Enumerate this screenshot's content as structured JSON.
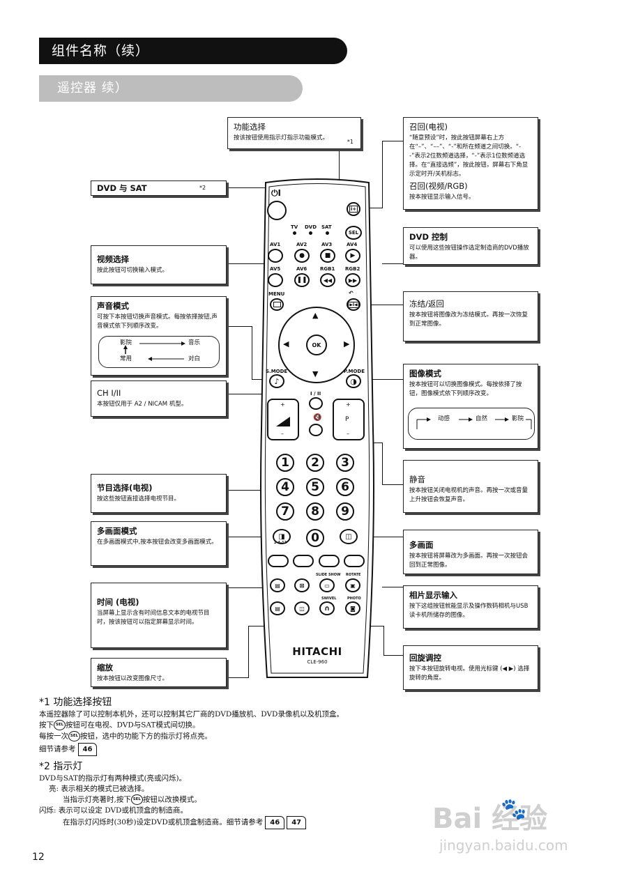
{
  "header": {
    "title": "组件名称（续）",
    "subtitle": "遥控器 续）"
  },
  "callouts": {
    "func_select": {
      "title": "功能选择",
      "body": "按该按钮使用指示灯指示功能模式。",
      "note": "*1"
    },
    "recall": {
      "title": "召回(电视)",
      "body": "“随意预设”时，按此按钮屏幕右上方在“–”、“––”、“-”和所在频道之间切换。“--”表示2位数频道选择，“-”表示1位数频道选择。在“直接选频”，按此按钮，屏幕右下角显示定时开/关机标志。",
      "title2": "召回(视频/RGB)",
      "body2": "按本按钮显示输入信号。"
    },
    "dvd_sat": {
      "title": "DVD 与 SAT",
      "note": "*2"
    },
    "dvd_control": {
      "title": "DVD 控制",
      "body": "可以使用这些按钮操作选定制造商的DVD播放器。"
    },
    "video_select": {
      "title": "视频选择",
      "body": "按此按钮可切换输入模式。"
    },
    "sound_mode": {
      "title": "声音模式",
      "body": "可按下本按钮切换声音模式。每按依择按钮,声音模式依下列顺序改变。",
      "cycle": {
        "a": "影院",
        "b": "音乐",
        "c": "常用",
        "d": "对白"
      }
    },
    "freeze": {
      "title": "冻结/返回",
      "body": "按本按钮将图像改为冻结模式。再按一次恢复到正常图像。"
    },
    "ch": {
      "title": "CH I/II",
      "body": "本按钮仅用于 A2 / NICAM 机型。"
    },
    "picture_mode": {
      "title": "图像模式",
      "body": "按本按钮可以切换图像模式。每按依择了按钮，图像模式依下列顺序改变。",
      "cycle": {
        "a": "动感",
        "b": "自然",
        "c": "影院"
      }
    },
    "mute": {
      "title": "静音",
      "body": "按本按钮关闭电视机的声音。再按一次或音量上升按钮会恢复声音。"
    },
    "program": {
      "title": "节目选择(电视)",
      "body": "按这些按钮直接选择电视节目。"
    },
    "multi_mode": {
      "title": "多画面模式",
      "body": "在多画面模式中,按本按钮会改变多画面模式。"
    },
    "multi": {
      "title": "多画面",
      "body": "按本按钮将屏幕改为多画面。再按一次按钮会回到正常图像。"
    },
    "photo": {
      "title": "相片显示输入",
      "body": "按下这组按钮就能显示及操作数码相机与USB读卡机所储存的图像。"
    },
    "time": {
      "title": "时间 (电视)",
      "body": "当屏幕上显示含有时间信息文本的电视节目时，按该按钮可以指定屏幕显示时间。"
    },
    "swivel": {
      "title": "回旋调控",
      "body": "按下本按钮旋转电视。使用光标键 (◀ ▶) 选择旋转的角度。"
    },
    "zoom": {
      "title": "缩放",
      "body": "按本按钮以改变图像尺寸。"
    }
  },
  "remote": {
    "brand": "HITACHI",
    "model": "CLE-960",
    "ind": {
      "tv": "TV",
      "dvd": "DVD",
      "sat": "SAT"
    },
    "sel": "SEL",
    "av": {
      "av1": "AV1",
      "av2": "AV2",
      "av3": "AV3",
      "av4": "AV4",
      "av5": "AV5",
      "av6": "AV6",
      "rgb1": "RGB1",
      "rgb2": "RGB2"
    },
    "menu": "MENU",
    "ok": "OK",
    "smode": "S.MODE",
    "pmode": "P.MODE",
    "ch": "I / II",
    "vol_plus": "+",
    "vol_minus": "–",
    "p_plus": "+",
    "p_label": "P",
    "p_minus": "–",
    "digits": [
      "1",
      "2",
      "3",
      "4",
      "5",
      "6",
      "7",
      "8",
      "9",
      "0"
    ],
    "pip_label": "2-4-12",
    "slideshow": "SLIDE SHOW",
    "rotate": "ROTATE",
    "swivel": "SWIVEL",
    "photo": "PHOTO"
  },
  "footnotes": {
    "n1": {
      "title": "*1 功能选择按钮",
      "l1": "本遥控器除了可以控制本机外，还可以控制其它厂商的DVD播放机、DVD录像机以及机顶盒。",
      "l2a": "按下",
      "l2b": "按钮可在电视、DVD与SAT模式间切换。",
      "l3a": "每按一次",
      "l3b": "按钮，选中的功能下方的指示灯将点亮。",
      "l4": "细节请参考",
      "ref": "46"
    },
    "n2": {
      "title": "*2 指示灯",
      "l1": "DVD与SAT的指示灯有两种模式(亮或闪烁)。",
      "l2": "亮: 表示相关的模式已被选择。",
      "l3a": "当指示灯亮著时,按下",
      "l3b": "按钮以改换模式。",
      "l4": "闪烁: 表示可以设定 DVD或机顶盒的制造商。",
      "l5": "在指示灯闪烁时(30秒)设定DVD或机顶盒制造商。细节请参考",
      "ref1": "46",
      "ref2": "47"
    },
    "sel": "SEL"
  },
  "page_number": "12",
  "watermark": {
    "brand": "Bai 经验",
    "url": "jingyan.baidu.com"
  }
}
